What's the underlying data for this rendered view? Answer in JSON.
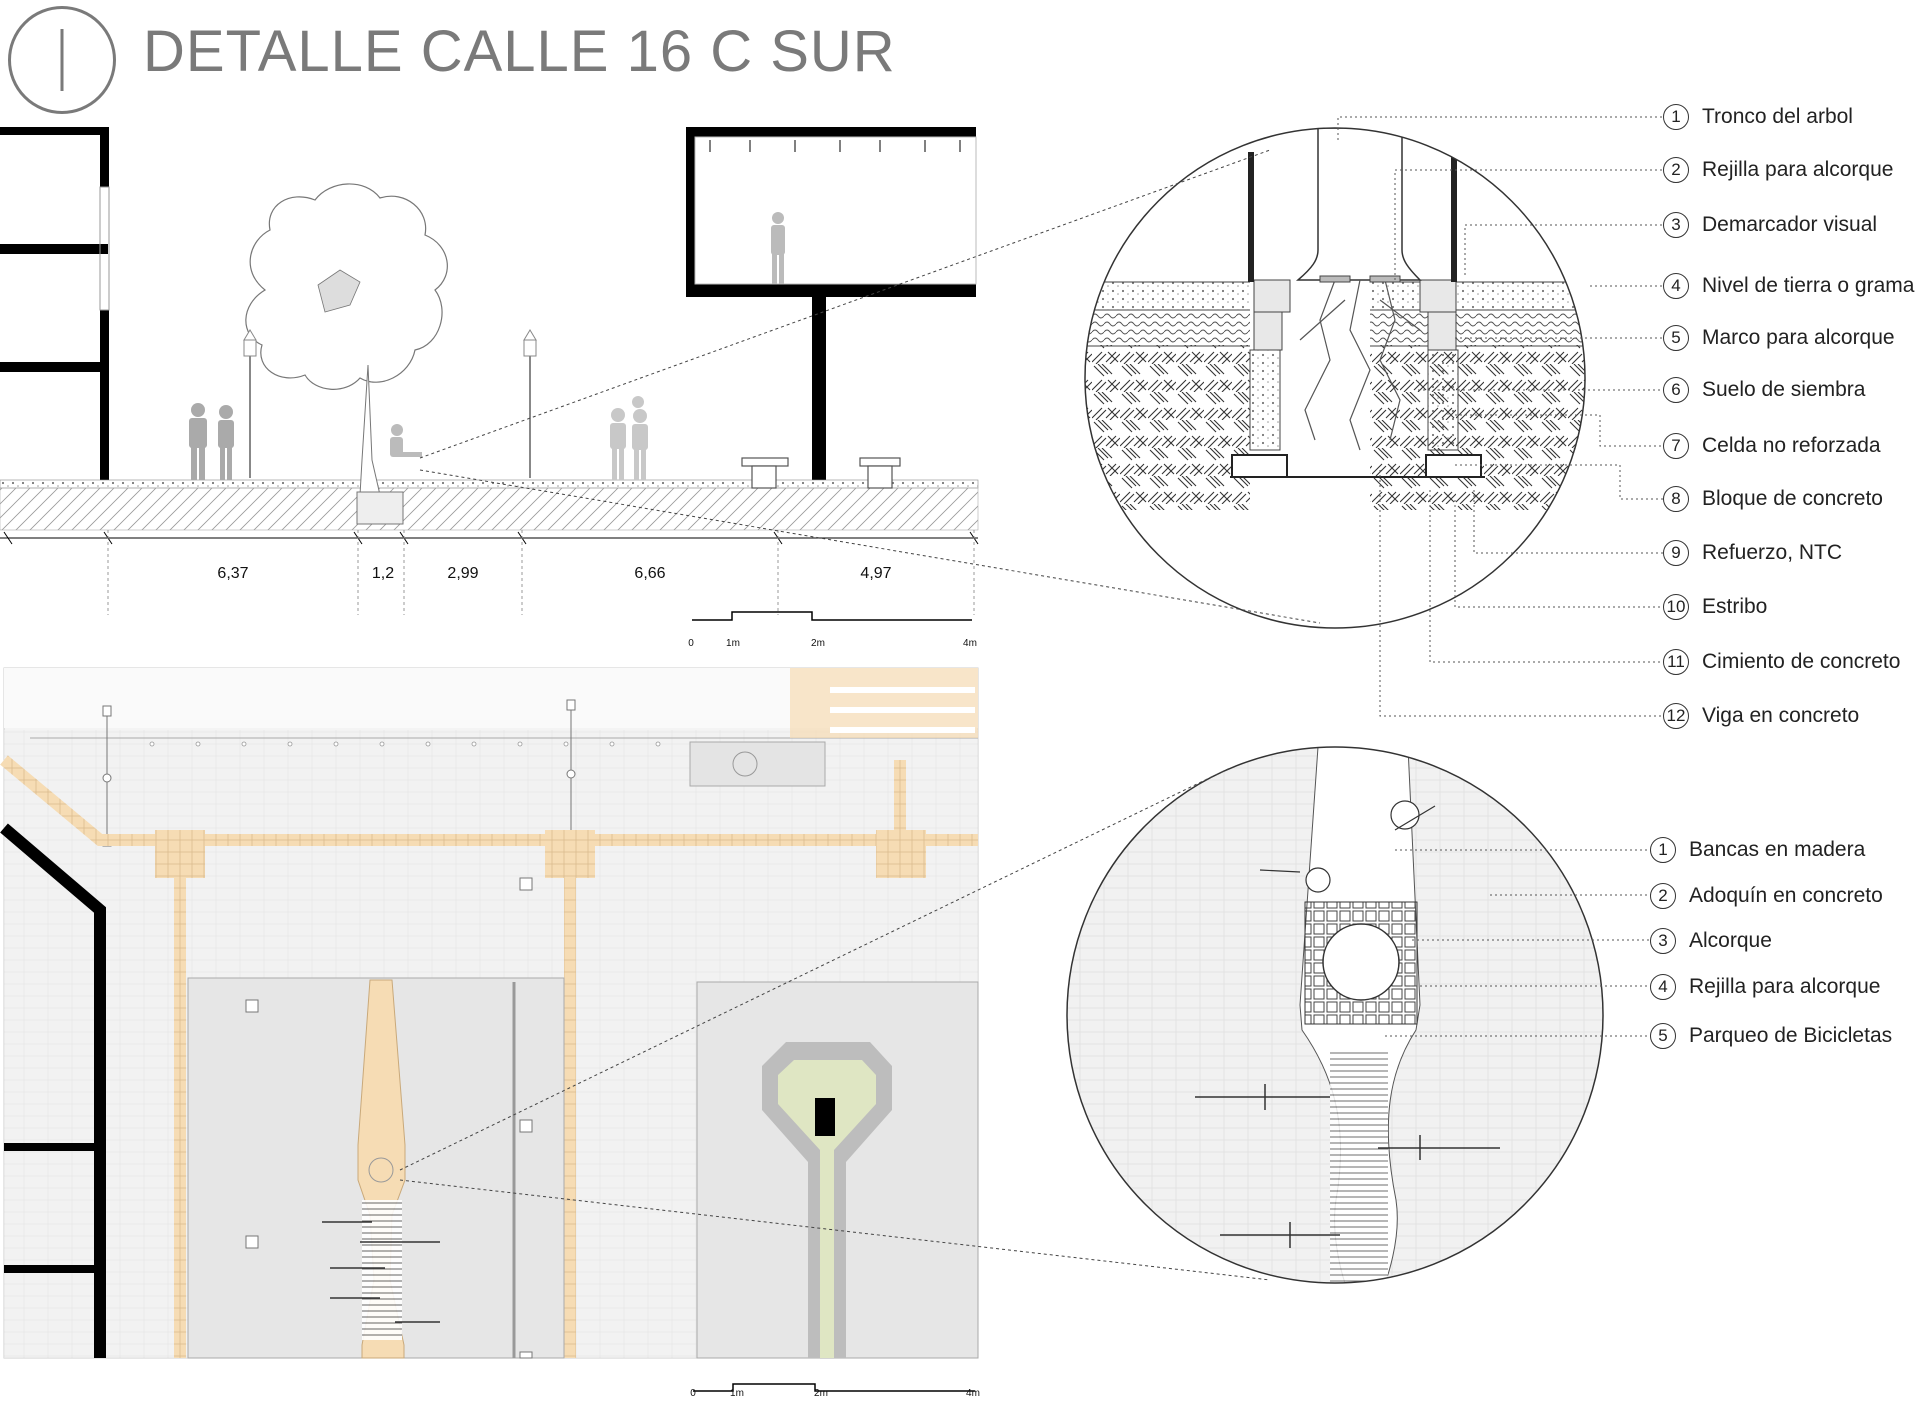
{
  "title": "DETALLE CALLE 16 C SUR",
  "section_number": "I",
  "section_dimensions": [
    "6,37",
    "1,2",
    "2,99",
    "6,66",
    "4,97"
  ],
  "scale_bar": {
    "labels": [
      "0",
      "1m",
      "2m",
      "4m"
    ]
  },
  "detail_legend": {
    "items": [
      {
        "num": "1",
        "label": "Tronco del arbol"
      },
      {
        "num": "2",
        "label": "Rejilla para alcorque"
      },
      {
        "num": "3",
        "label": "Demarcador visual"
      },
      {
        "num": "4",
        "label": "Nivel de tierra o grama"
      },
      {
        "num": "5",
        "label": "Marco para alcorque"
      },
      {
        "num": "6",
        "label": "Suelo de siembra"
      },
      {
        "num": "7",
        "label": "Celda no reforzada"
      },
      {
        "num": "8",
        "label": "Bloque de concreto"
      },
      {
        "num": "9",
        "label": "Refuerzo, NTC"
      },
      {
        "num": "10",
        "label": "Estribo"
      },
      {
        "num": "11",
        "label": "Cimiento de concreto"
      },
      {
        "num": "12",
        "label": "Viga en concreto"
      }
    ]
  },
  "plan_legend": {
    "items": [
      {
        "num": "1",
        "label": "Bancas en madera"
      },
      {
        "num": "2",
        "label": "Adoquín en concreto"
      },
      {
        "num": "3",
        "label": "Alcorque"
      },
      {
        "num": "4",
        "label": "Rejilla para alcorque"
      },
      {
        "num": "5",
        "label": "Parqueo de Bicicletas"
      }
    ]
  },
  "colors": {
    "title_gray": "#7a7a7a",
    "paving_orange": "#f6dcb4",
    "plaza_gray": "#e6e6e6",
    "green_planter": "#dfe6c3",
    "wall_black": "#000000"
  }
}
